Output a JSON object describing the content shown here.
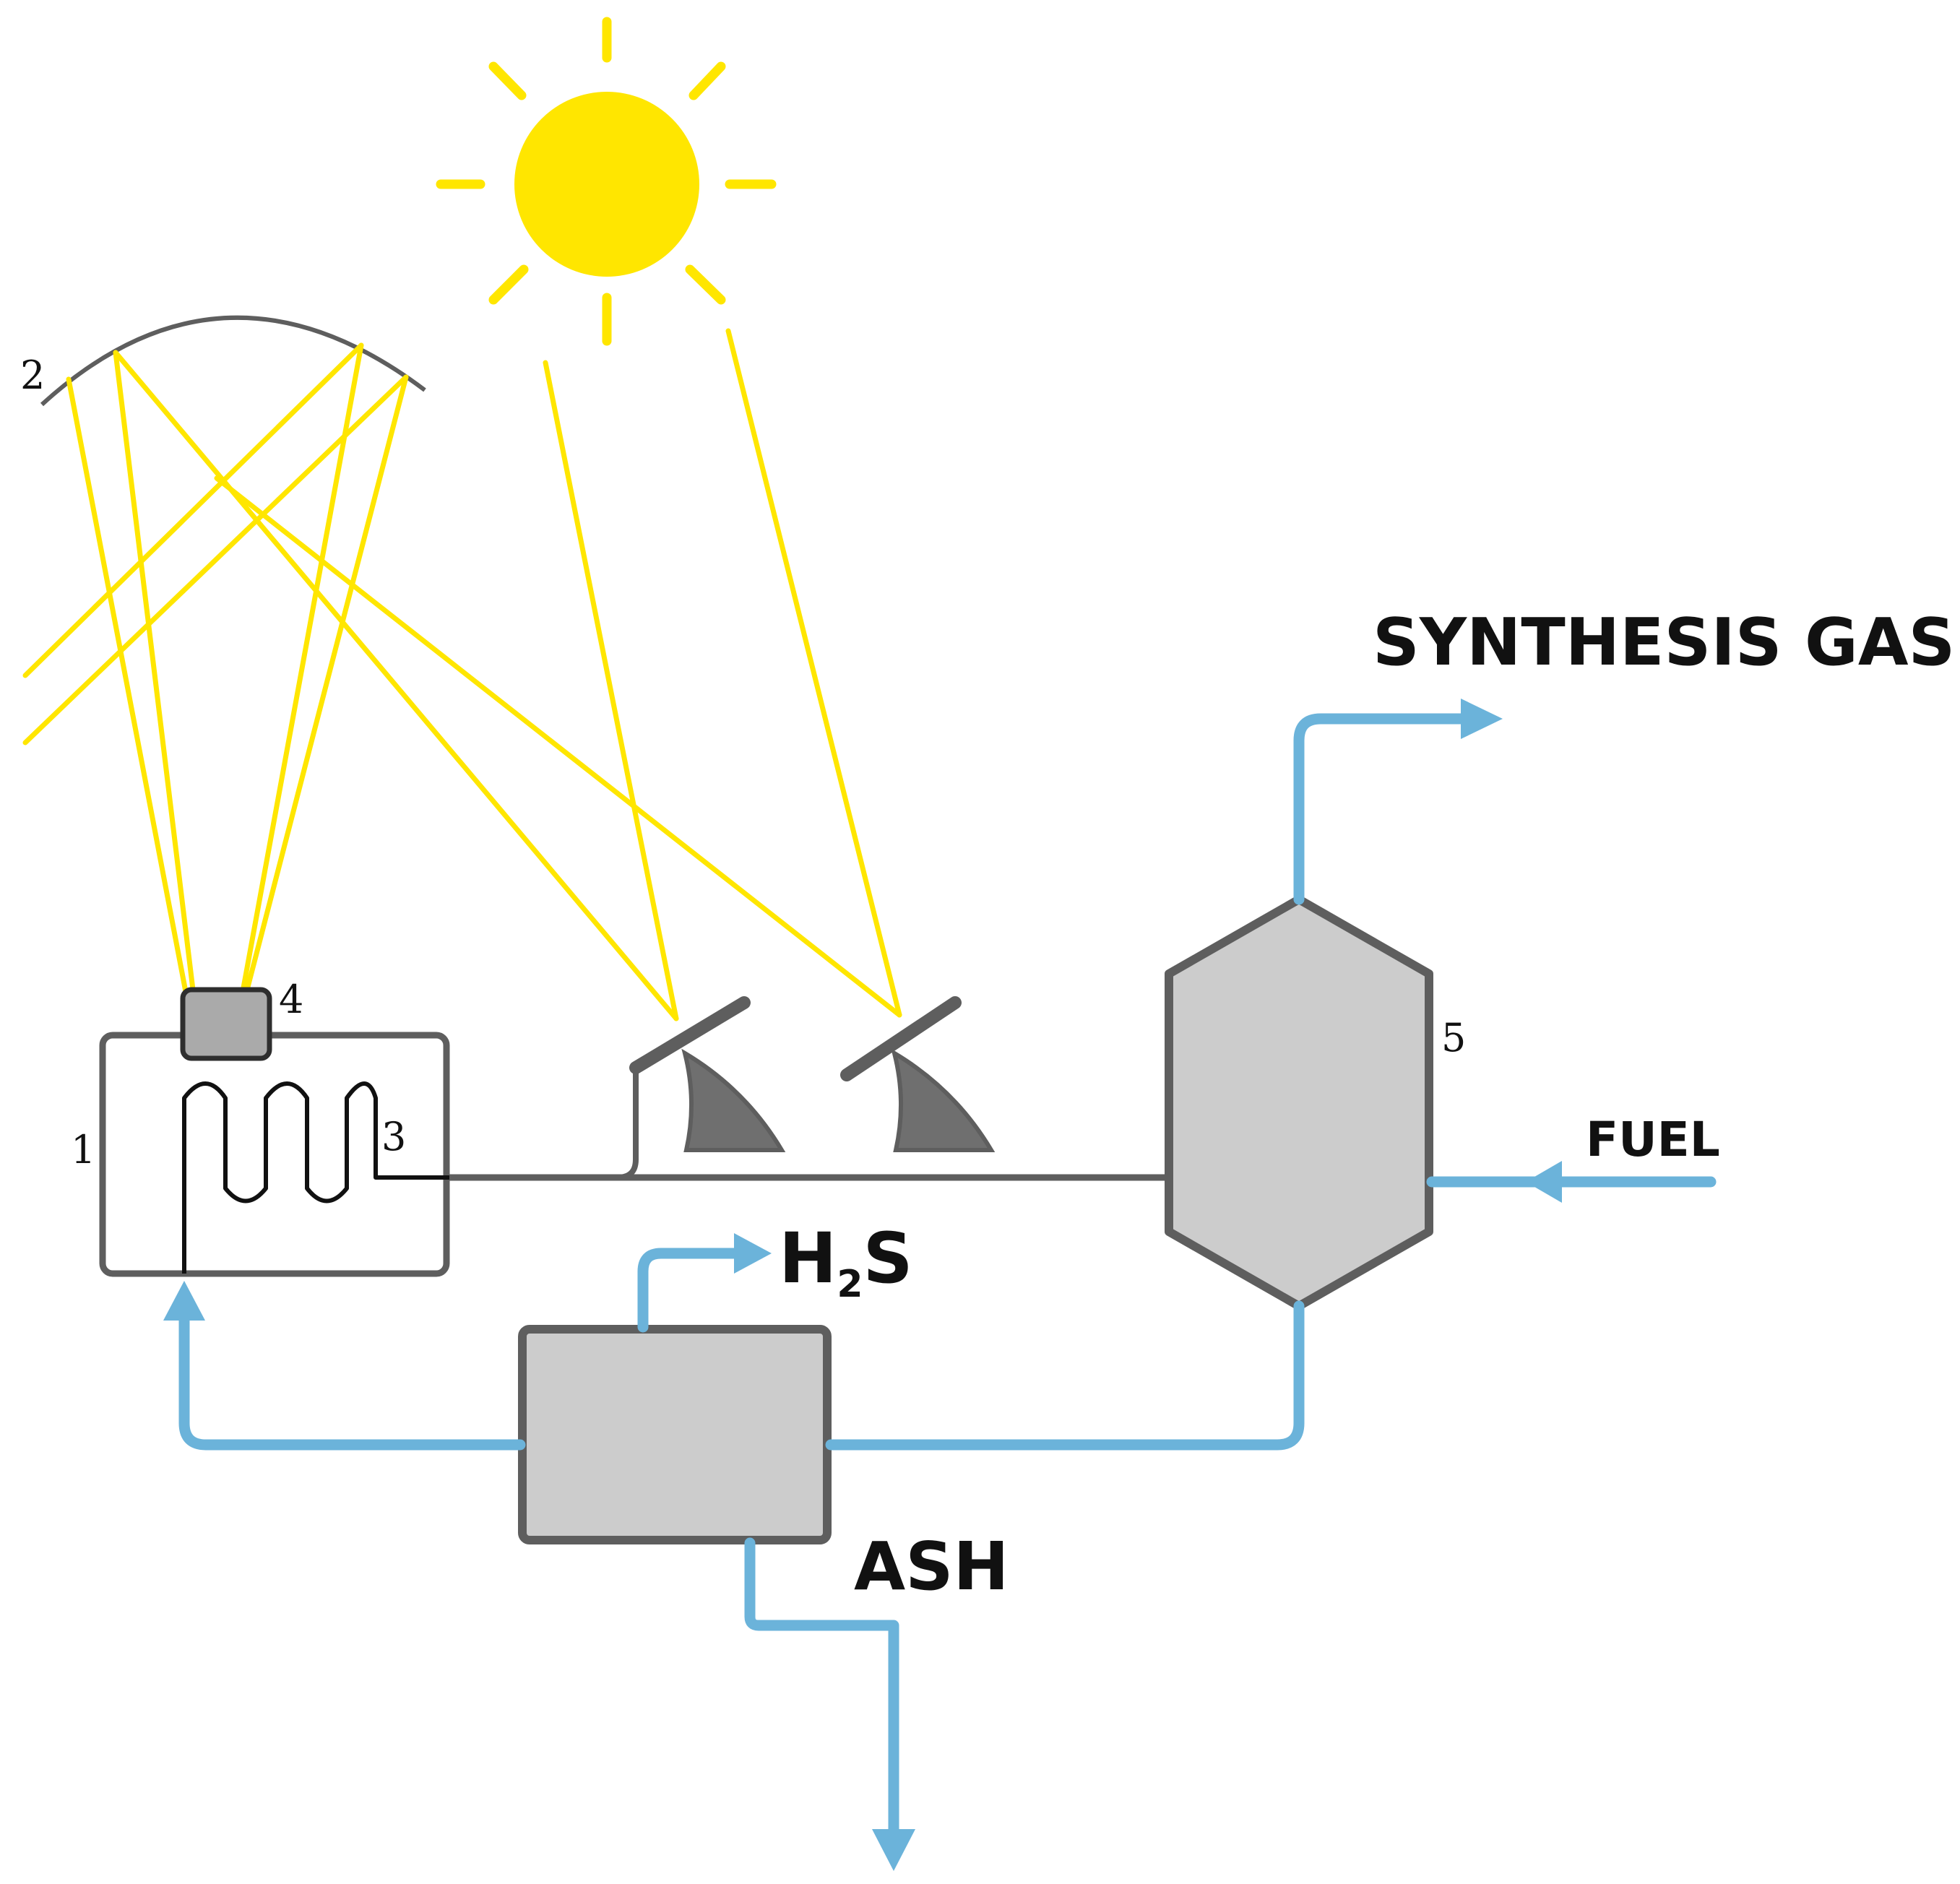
{
  "labels": {
    "synthesis_gas": "SYNTHESIS GAS",
    "fuel": "FUEL",
    "h2s_main": "H",
    "h2s_sub": "2",
    "h2s_tail": "S",
    "ash": "ASH"
  },
  "numbers": {
    "n1": "1",
    "n2": "2",
    "n3": "3",
    "n4": "4",
    "n5": "5"
  },
  "colors": {
    "sun": "#FFE600",
    "ray": "#FFE600",
    "pipe": "#6BB3DA",
    "equipment_fill": "#CCCCCC",
    "equipment_outline": "#5E5E5E"
  }
}
